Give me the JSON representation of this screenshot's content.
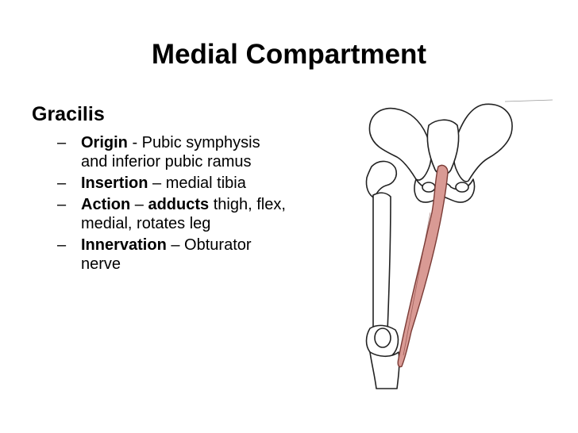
{
  "slide": {
    "title": "Medial Compartment",
    "heading": "Gracilis",
    "bullets": [
      {
        "dash": "–",
        "label": "Origin",
        "sep": " - ",
        "text": "Pubic symphysis and inferior pubic ramus"
      },
      {
        "dash": "–",
        "label": "Insertion",
        "sep": " – ",
        "text": "medial tibia"
      },
      {
        "dash": "–",
        "label": "Action",
        "sep": " – ",
        "emph": "adducts",
        "text": " thigh, flex, medial, rotates leg"
      },
      {
        "dash": "–",
        "label": "Innervation",
        "sep": " – ",
        "text": "Obturator nerve"
      }
    ]
  },
  "colors": {
    "muscle": "#d99a94",
    "muscle_stroke": "#7a3b36",
    "bone_stroke": "#222222"
  },
  "figure": {
    "icon": "pelvis-femur-gracilis-illustration"
  }
}
